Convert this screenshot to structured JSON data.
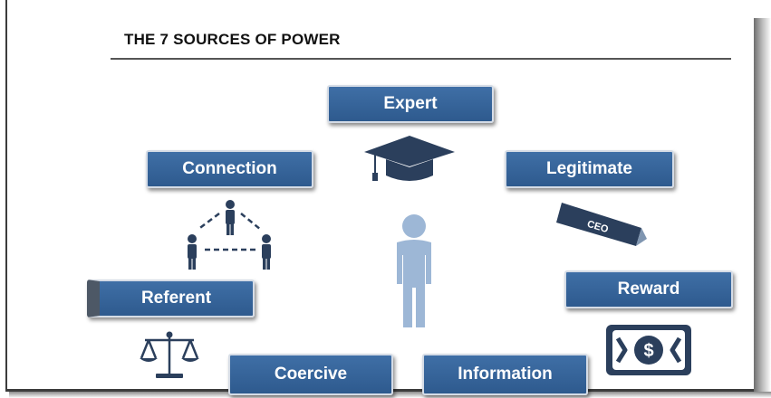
{
  "slide": {
    "title": "THE 7 SOURCES OF POWER"
  },
  "sources": {
    "expert": "Expert",
    "connection": "Connection",
    "legitimate": "Legitimate",
    "referent": "Referent",
    "reward": "Reward",
    "coercive": "Coercive",
    "information": "Information"
  },
  "icons": {
    "legitimate_nameplate_text": "CEO",
    "reward_money_symbol": "$"
  },
  "colors": {
    "box_fill": "#2e5a8e",
    "person_fill": "#9db7d6",
    "icon_dark": "#2b3f5c"
  }
}
